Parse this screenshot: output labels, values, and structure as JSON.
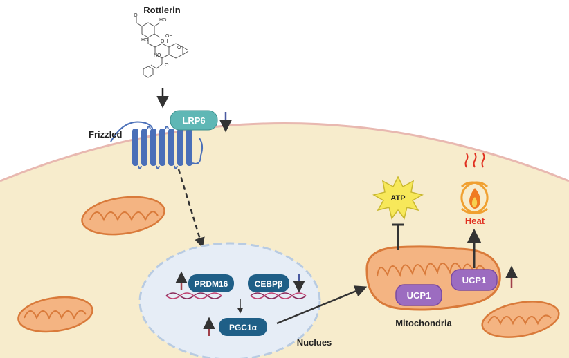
{
  "compound": {
    "name": "Rottlerin"
  },
  "receptor": {
    "frizzled_label": "Frizzled",
    "lrp6_label": "LRP6"
  },
  "nucleus": {
    "label": "Nuclues",
    "factors": {
      "prdm16": "PRDM16",
      "cebpb": "CEBPβ",
      "pgc1a": "PGC1α"
    }
  },
  "mitochondria": {
    "label": "Mitochondria",
    "ucp1_left": "UCP1",
    "ucp1_right": "UCP1"
  },
  "outputs": {
    "atp": "ATP",
    "heat": "Heat"
  },
  "molecule_atoms": {
    "o1": "O",
    "ho1": "HO",
    "oh1": "OH",
    "ho2": "HO",
    "oh2": "OH",
    "ho3": "HO",
    "o2": "O",
    "o3": "O"
  },
  "regulation": {
    "lrp6": "down",
    "prdm16": "up",
    "cebpb": "down",
    "pgc1a": "up",
    "ucp1": "up"
  },
  "colors": {
    "cytoplasm": "#f7eccc",
    "membrane": "#e8b8b0",
    "nucleus_fill": "#e6edf6",
    "nucleus_dash": "#b8cbe2",
    "factor_fill": "#1f5f87",
    "lrp6_fill": "#5fb7b5",
    "receptor": "#4a6fb8",
    "mito_fill": "#f4b482",
    "mito_stroke": "#d97a3a",
    "ucp1_fill": "#9c6cc0",
    "atp_fill": "#f7e85a",
    "heat_text": "#e03020",
    "up_arrow": "#a0404a",
    "down_arrow": "#4a5aa0",
    "dna_a": "#8a2a5a",
    "dna_b": "#c04070"
  }
}
